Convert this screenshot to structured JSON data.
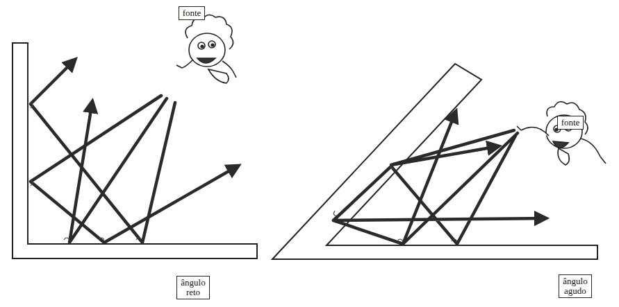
{
  "diagram": {
    "nodes": [
      {
        "text": [
          "fonte"
        ]
      },
      {
        "text": [
          "ângulo reto"
        ]
      },
      {
        "text": [
          "fonte"
        ]
      },
      {
        "text": [
          "ângulo agudo"
        ]
      }
    ]
  }
}
